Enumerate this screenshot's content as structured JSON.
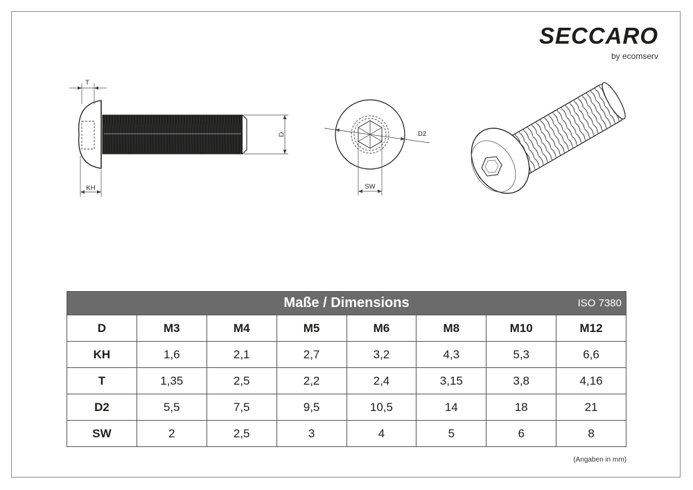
{
  "brand": {
    "name": "SECCARO",
    "tagline": "by ecomserv"
  },
  "drawing_labels": {
    "t": "T",
    "kh": "KH",
    "d": "D",
    "d2": "D2",
    "sw": "SW"
  },
  "table": {
    "title": "Maße / Dimensions",
    "standard": "ISO 7380",
    "header": {
      "label": "D",
      "values": [
        "M3",
        "M4",
        "M5",
        "M6",
        "M8",
        "M10",
        "M12"
      ]
    },
    "rows": [
      {
        "label": "KH",
        "values": [
          "1,6",
          "2,1",
          "2,7",
          "3,2",
          "4,3",
          "5,3",
          "6,6"
        ]
      },
      {
        "label": "T",
        "values": [
          "1,35",
          "2,5",
          "2,2",
          "2,4",
          "3,15",
          "3,8",
          "4,16"
        ]
      },
      {
        "label": "D2",
        "values": [
          "5,5",
          "7,5",
          "9,5",
          "10,5",
          "14",
          "18",
          "21"
        ]
      },
      {
        "label": "SW",
        "values": [
          "2",
          "2,5",
          "3",
          "4",
          "5",
          "6",
          "8"
        ]
      }
    ]
  },
  "note": "(Angaben in mm)"
}
